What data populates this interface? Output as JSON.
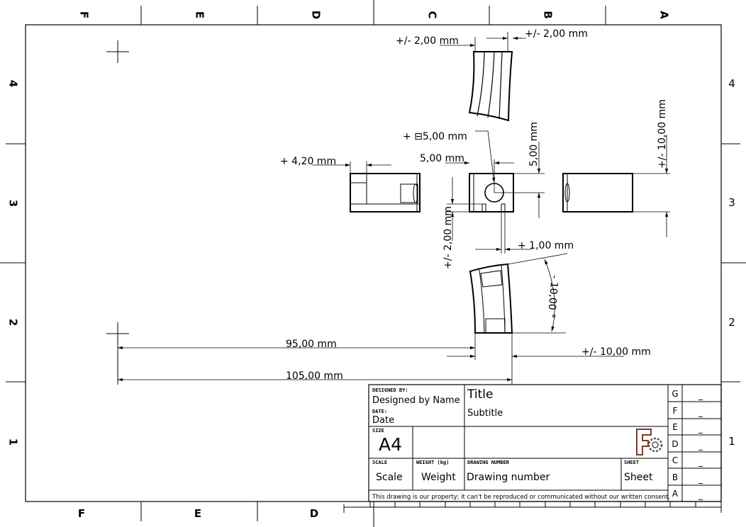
{
  "frame": {
    "columns": [
      "F",
      "E",
      "D",
      "C",
      "B",
      "A"
    ],
    "bottom_columns": [
      "F",
      "E",
      "D"
    ],
    "rows": [
      "4",
      "3",
      "2",
      "1"
    ]
  },
  "dimensions": {
    "top_left": "+/- 2,00 mm",
    "top_right": "+/- 2,00 mm",
    "hole_diameter": "+ ⊟5,00 mm",
    "hole_x": "5,00 mm",
    "hole_y": "5,00 mm",
    "left_width": "+ 4,20 mm",
    "right_height": "+/- 10,00 mm",
    "slot_depth": "+/- 2,00 mm",
    "slot_width": "+ 1,00 mm",
    "angle": "- 10,00 °",
    "dist_95": "95,00 mm",
    "dist_105": "105,00 mm",
    "bottom_offset": "+/- 10,00 mm"
  },
  "title_block": {
    "designed_by_label": "DESIGNED BY:",
    "designed_by_value": "Designed by Name",
    "date_label": "DATE:",
    "date_value": "Date",
    "size_label": "SIZE",
    "size_value": "A4",
    "scale_label": "SCALE",
    "scale_value": "Scale",
    "weight_label": "WEIGHT (kg)",
    "weight_value": "Weight",
    "drawing_number_label": "DRAWING NUMBER",
    "drawing_number_value": "Drawing number",
    "sheet_label": "SHEET",
    "sheet_value": "Sheet",
    "title": "Title",
    "subtitle": "Subtitle",
    "disclaimer": "This drawing is our property; it can't be reproduced or communicated without our written consent.",
    "revisions": [
      {
        "letter": "G",
        "value": "_"
      },
      {
        "letter": "F",
        "value": "_"
      },
      {
        "letter": "E",
        "value": "_"
      },
      {
        "letter": "D",
        "value": "_"
      },
      {
        "letter": "C",
        "value": "_"
      },
      {
        "letter": "B",
        "value": "_"
      },
      {
        "letter": "A",
        "value": "_"
      }
    ]
  },
  "colors": {
    "line": "#000000",
    "logo": "#7a3b2e"
  },
  "logo_icon": "freecad-gear-logo"
}
